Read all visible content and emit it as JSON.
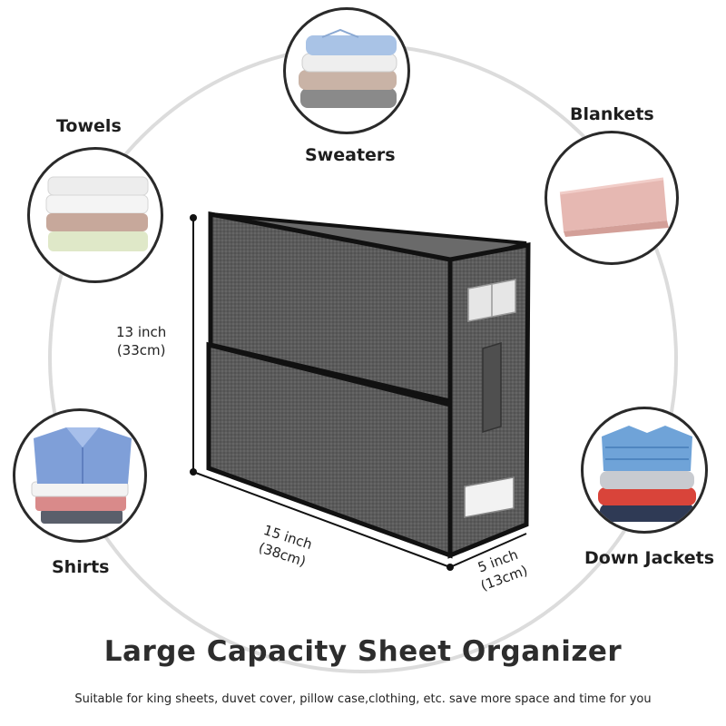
{
  "items": {
    "sweaters": "Sweaters",
    "towels": "Towels",
    "blankets": "Blankets",
    "shirts": "Shirts",
    "down_jackets": "Down Jackets"
  },
  "dimensions": {
    "height_in": "13 inch",
    "height_cm": "(33cm)",
    "length_in": "15 inch",
    "length_cm": "(38cm)",
    "width_in": "5 inch",
    "width_cm": "(13cm)"
  },
  "title": "Large Capacity Sheet Organizer",
  "subtitle": "Suitable for king sheets, duvet cover, pillow case,clothing, etc. save more space and time for you",
  "colors": {
    "box_fabric": "#5a5a5a",
    "box_trim": "#111111",
    "ring": "#d9d9d9",
    "circle_border": "#2a2a2a"
  }
}
